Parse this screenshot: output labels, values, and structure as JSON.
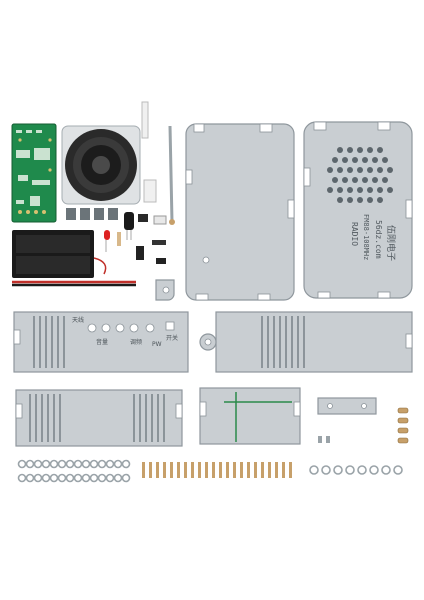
{
  "case_front_text": {
    "line1": "伍刚电子",
    "line2": "56dz.com",
    "line3": "FM88-108MHz",
    "line4": "RADIO"
  },
  "panel_labels": {
    "tuning": "调频",
    "volume": "音量",
    "power": "开关",
    "antenna": "天线",
    "pw": "PW"
  },
  "colors": {
    "background": "#ffffff",
    "pcb": "#1f8a4c",
    "metal": "#c9ced2",
    "battery_holder": "#1a1a1a",
    "wire_red": "#c0302a",
    "brass": "#c7a06a"
  }
}
